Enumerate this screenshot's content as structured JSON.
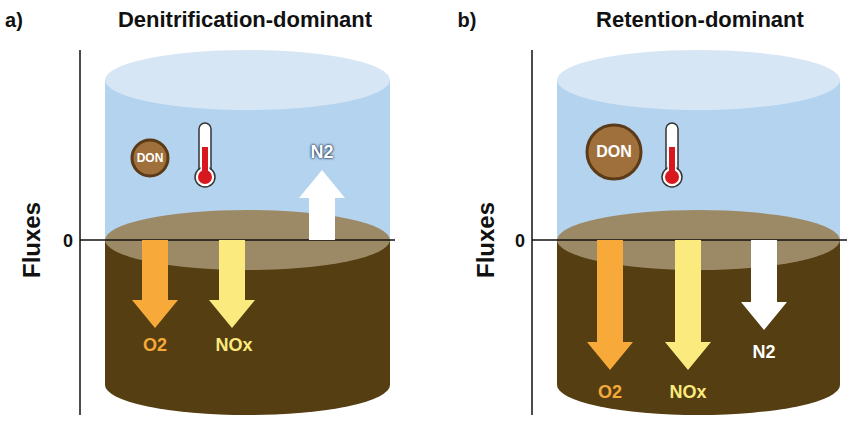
{
  "diagram": {
    "nodes": [
      {
        "text": [
          "DON"
        ]
      },
      {
        "text": [
          "DON"
        ]
      }
    ],
    "labels": [
      "a)",
      "Denitrification-dominant",
      "Fluxes",
      "0",
      "O2",
      "NOx",
      "N2",
      "b)",
      "Retention-dominant",
      "Fluxes",
      "0",
      "O2",
      "NOx",
      "N2"
    ]
  }
}
